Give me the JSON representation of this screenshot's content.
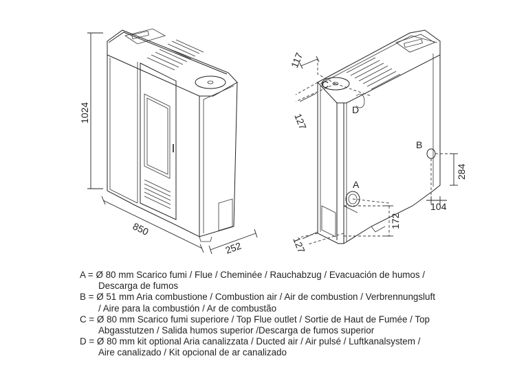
{
  "dimensions": {
    "height": "1024",
    "width": "850",
    "depth": "252",
    "side_117": "117",
    "side_127_top": "127",
    "side_127_bottom": "127",
    "side_284": "284",
    "side_104": "104",
    "side_172": "172"
  },
  "markers": {
    "a": "A",
    "b": "B",
    "c": "C",
    "d": "D"
  },
  "legend": [
    {
      "line1": "A = Ø 80 mm  Scarico fumi / Flue / Cheminée / Rauchabzug / Evacuación de humos /",
      "line2": "Descarga de fumos"
    },
    {
      "line1": "B = Ø 51 mm  Aria combustione / Combustion air / Air de combustion / Verbrennungsluft",
      "line2": "/ Aire para la combustión / Ar de combustão"
    },
    {
      "line1": "C = Ø 80 mm  Scarico fumi superiore / Top Flue outlet / Sortie de Haut de Fumée / Top",
      "line2": "Abgasstutzen / Salida humos superior /Descarga de fumos superior"
    },
    {
      "line1": "D = Ø 80 mm  kit optional Aria canalizzata / Ducted air / Air pulsé / Luftkanalsystem /",
      "line2": "Aire canalizado / Kit opcional de ar canalizado"
    }
  ]
}
